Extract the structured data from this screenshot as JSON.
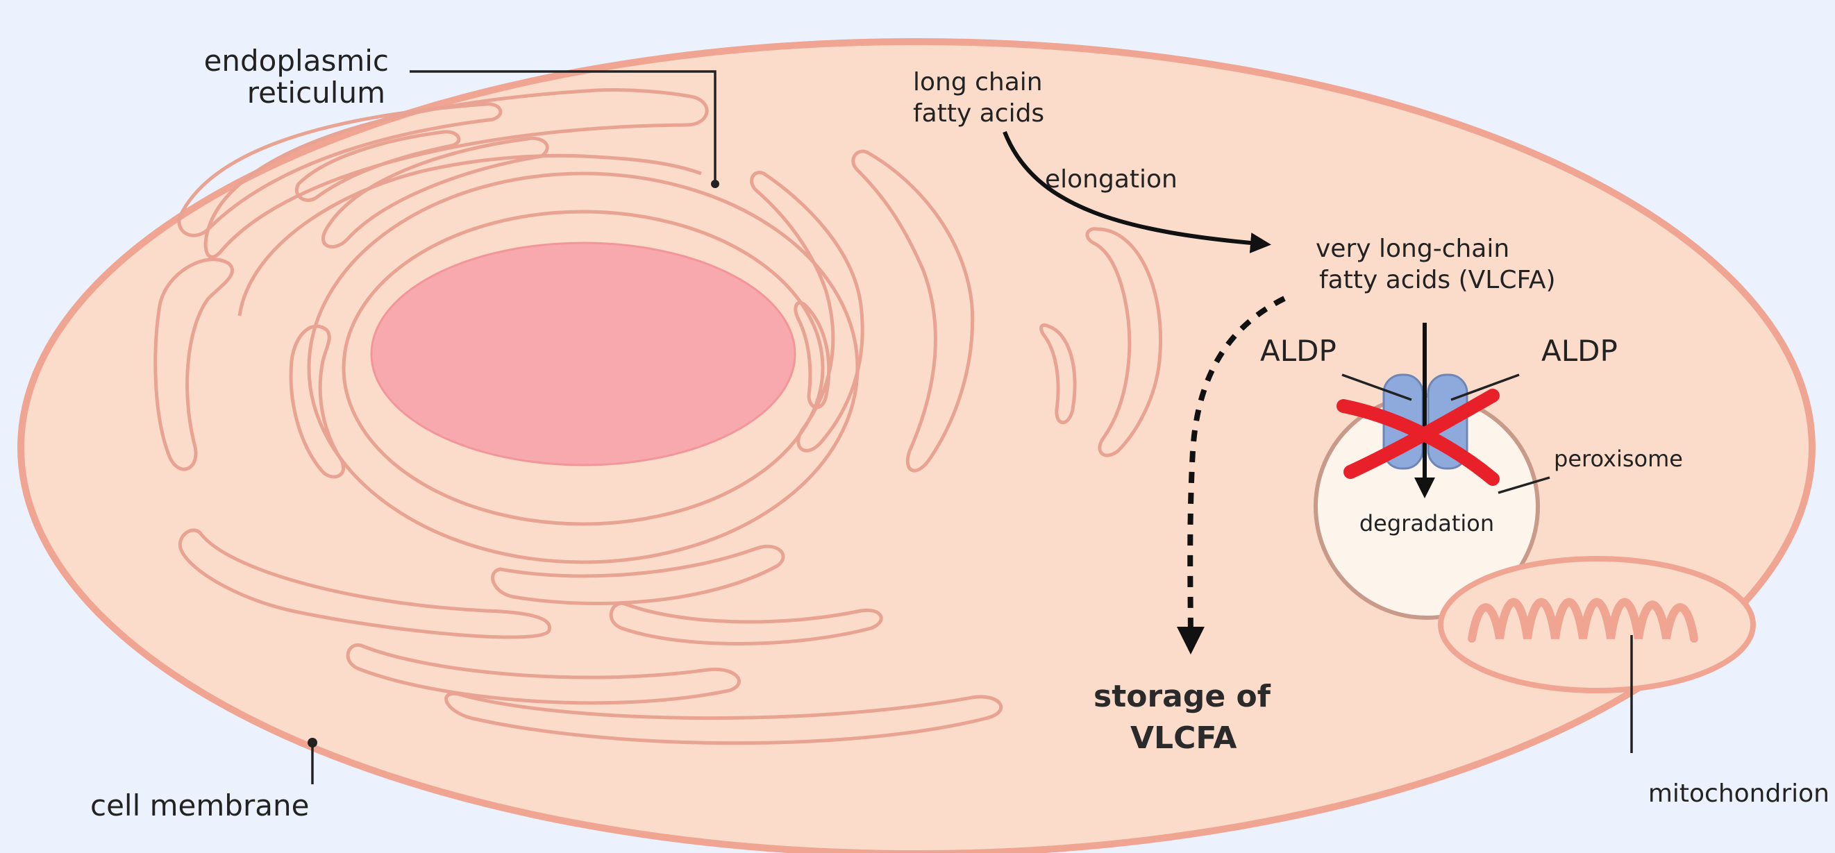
{
  "labels": {
    "er_line1": "endoplasmic",
    "er_line2": "reticulum",
    "lcfa_line1": "long chain",
    "lcfa_line2": "fatty acids",
    "elongation": "elongation",
    "vlcfa_line1": "very long-chain",
    "vlcfa_line2": "fatty acids (VLCFA)",
    "aldp_left": "ALDP",
    "aldp_right": "ALDP",
    "peroxisome": "peroxisome",
    "degradation": "degradation",
    "storage_line1": "storage of",
    "storage_line2": "VLCFA",
    "cell_membrane": "cell membrane",
    "mitochondrion": "mitochondrion"
  },
  "colors": {
    "background": "#ecf2fd",
    "cytoplasm": "#fbdccb",
    "membrane": "#f0a593",
    "nucleus": "#f7a9ae",
    "er_stroke": "#e8a393",
    "aldp_protein": "#8ea9dc",
    "block_cross": "#e8202a",
    "arrow": "#111111"
  },
  "icons": {
    "block": "red-x-cross-icon"
  }
}
